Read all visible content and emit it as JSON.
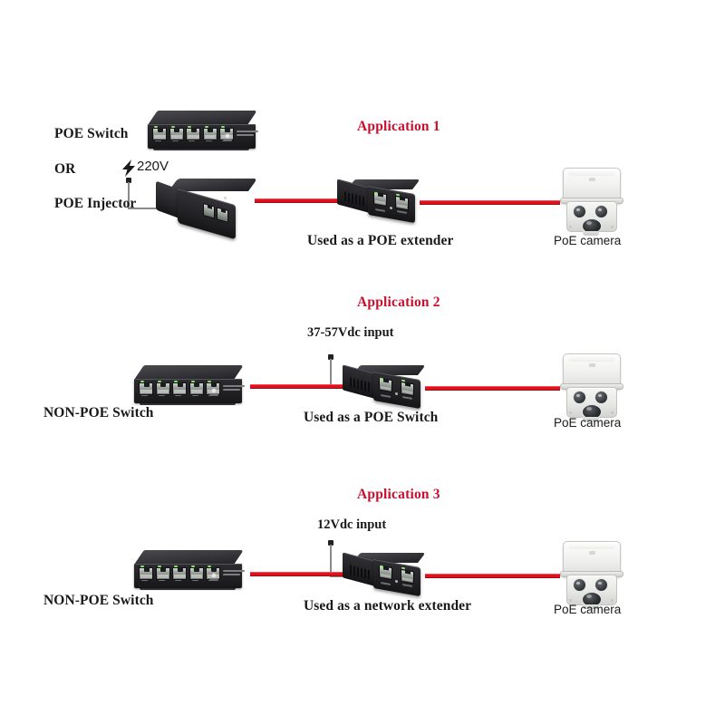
{
  "page": {
    "background": "#ffffff",
    "accent_red": "#c8102e",
    "cable_red": "#e2101b"
  },
  "applications": [
    {
      "title": "Application 1",
      "left_labels": {
        "switch": "POE Switch",
        "or": "OR",
        "injector": "POE Injector"
      },
      "power": {
        "icon": "lightning-bolt-icon",
        "label": "220V"
      },
      "middle_caption": "Used as a POE extender",
      "camera_label": "PoE camera"
    },
    {
      "title": "Application 2",
      "left_labels": {
        "switch": "NON-POE Switch"
      },
      "power": {
        "icon": "power-input-icon",
        "label": "37-57Vdc input"
      },
      "middle_caption": "Used as a POE  Switch",
      "camera_label": "PoE camera"
    },
    {
      "title": "Application 3",
      "left_labels": {
        "switch": "NON-POE Switch"
      },
      "power": {
        "icon": "power-input-icon",
        "label": "12Vdc input"
      },
      "middle_caption": "Used as a network extender",
      "camera_label": "PoE camera"
    }
  ],
  "devices": {
    "switch_name": "5-port ethernet switch",
    "injector_name": "poe injector brick",
    "extender_name": "poe extender box",
    "camera_name": "bullet ip camera"
  }
}
